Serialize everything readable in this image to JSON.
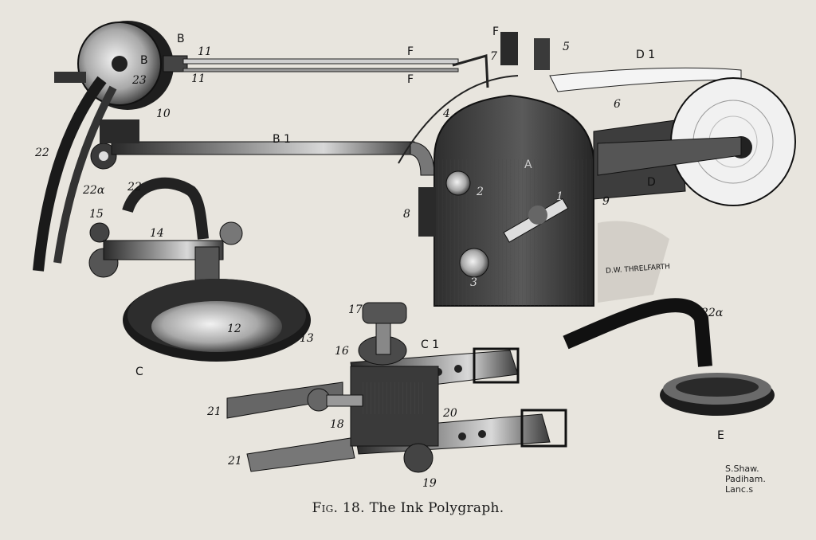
{
  "caption": {
    "figure": "Fig. 18.",
    "title": "The Ink Polygraph."
  },
  "credit": [
    "S.Shaw.",
    "Padiham.",
    "Lanc.s"
  ],
  "engraver_signature": "D.W. THRELFARTH",
  "labels": {
    "B_a": "B",
    "B_b": "B",
    "n23": "23",
    "n11a": "11",
    "n11b": "11",
    "F_a": "F",
    "F_b": "F",
    "F_c": "F",
    "n7": "7",
    "n5": "5",
    "D1": "D 1",
    "n10": "10",
    "n22a": "22",
    "n4": "4",
    "n6": "6",
    "B1": "B 1",
    "n22alpha_a": "22α",
    "n22b": "22",
    "A": "A",
    "n2": "2",
    "n1": "1",
    "n8": "8",
    "n9": "9",
    "D": "D",
    "n15": "15",
    "n14": "14",
    "n3": "3",
    "n12": "12",
    "n13": "13",
    "C": "C",
    "n17": "17",
    "C1": "C 1",
    "n16": "16",
    "n22alpha_b": "22α",
    "n21a": "21",
    "n18": "18",
    "n20": "20",
    "n21b": "21",
    "n19": "19",
    "E": "E"
  }
}
